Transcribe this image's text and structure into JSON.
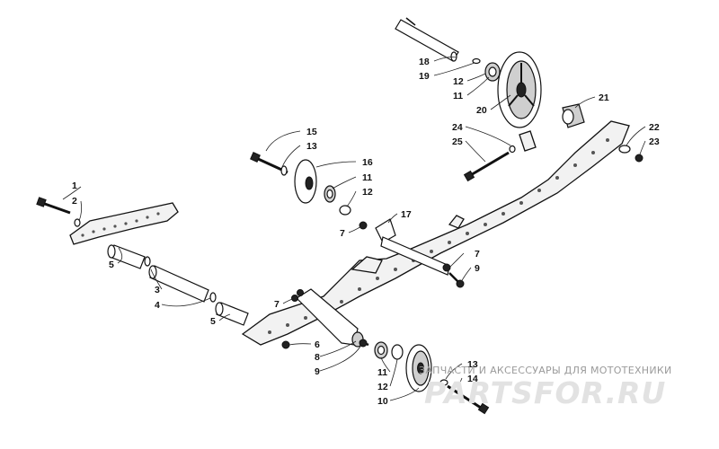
{
  "callouts": [
    "1",
    "2",
    "3",
    "4",
    "5",
    "5",
    "6",
    "7",
    "7",
    "7",
    "8",
    "9",
    "9",
    "10",
    "11",
    "11",
    "11",
    "12",
    "12",
    "12",
    "13",
    "13",
    "14",
    "15",
    "16",
    "17",
    "18",
    "19",
    "20",
    "21",
    "22",
    "23",
    "24",
    "25"
  ],
  "watermark": {
    "caption": "ЗАПЧАСТИ И АКСЕССУАРЫ ДЛЯ МОТОТЕХНИКИ",
    "logo": "PARTSFOR.RU"
  }
}
